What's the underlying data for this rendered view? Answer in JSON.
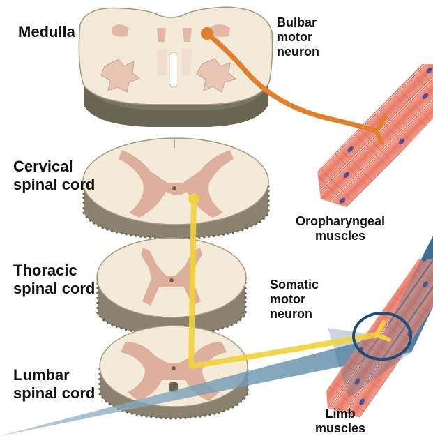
{
  "labels": {
    "medulla": "Medulla",
    "bulbar": [
      "Bulbar",
      "motor",
      "neuron"
    ],
    "cervical": [
      "Cervical",
      "spinal cord"
    ],
    "thoracic": [
      "Thoracic",
      "spinal cord"
    ],
    "lumbar": [
      "Lumbar",
      "spinal cord"
    ],
    "oropharyngeal": [
      "Oropharyngeal",
      "muscles"
    ],
    "somatic": [
      "Somatic",
      "motor",
      "neuron"
    ],
    "limb": [
      "Limb",
      "muscles"
    ]
  },
  "colors": {
    "cord_white_matter": "#f3ead7",
    "cord_edge": "#a79b7e",
    "gray_matter": "#dba896",
    "bulbar_neuron": "#e07f2e",
    "somatic_neuron": "#f2d23c",
    "muscle": "#ea8a78",
    "muscle_nucleus": "#4b4e97",
    "zoom_wedge": "#3e6d8e",
    "zoom_circle": "#1f4f77"
  }
}
